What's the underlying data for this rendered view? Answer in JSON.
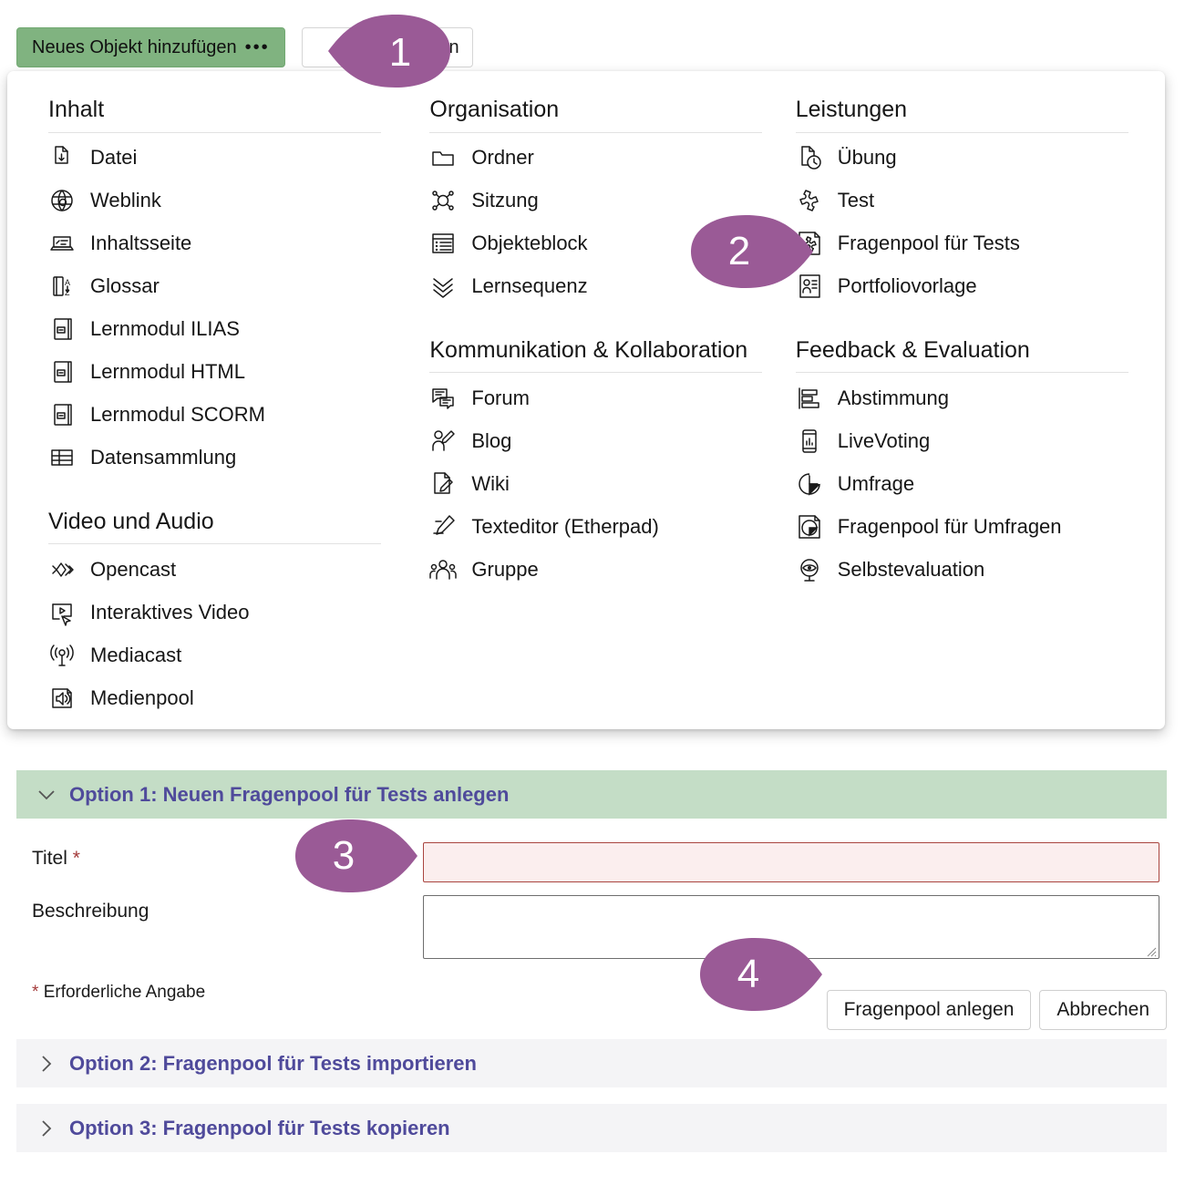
{
  "toolbar": {
    "add_object_label": "Neues Objekt hinzufügen",
    "add_object_ellipsis": "•••",
    "manage_label": "alten"
  },
  "accent": {
    "marker_purple": "#9a5a96",
    "button_green": "#80b380",
    "header_green": "#c4ddc6",
    "heading_purple": "#4f4a9b",
    "error_border": "#a9453f",
    "error_fill": "#fbeeee"
  },
  "markers": [
    {
      "number": "1",
      "direction": "left"
    },
    {
      "number": "2",
      "direction": "right"
    },
    {
      "number": "3",
      "direction": "right"
    },
    {
      "number": "4",
      "direction": "right"
    }
  ],
  "dropdown": {
    "columns": [
      {
        "groups": [
          {
            "title": "Inhalt",
            "items": [
              {
                "label": "Datei",
                "icon": "file-download-icon"
              },
              {
                "label": "Weblink",
                "icon": "globe-link-icon"
              },
              {
                "label": "Inhaltsseite",
                "icon": "content-page-icon"
              },
              {
                "label": "Glossar",
                "icon": "glossary-az-icon"
              },
              {
                "label": "Lernmodul ILIAS",
                "icon": "learning-module-icon"
              },
              {
                "label": "Lernmodul HTML",
                "icon": "learning-module-icon"
              },
              {
                "label": "Lernmodul SCORM",
                "icon": "learning-module-icon"
              },
              {
                "label": "Datensammlung",
                "icon": "table-grid-icon"
              }
            ]
          },
          {
            "title": "Video und Audio",
            "items": [
              {
                "label": "Opencast",
                "icon": "opencast-diamonds-icon"
              },
              {
                "label": "Interaktives Video",
                "icon": "interactive-video-icon"
              },
              {
                "label": "Mediacast",
                "icon": "broadcast-antenna-icon"
              },
              {
                "label": "Medienpool",
                "icon": "speaker-sound-icon"
              }
            ]
          }
        ]
      },
      {
        "groups": [
          {
            "title": "Organisation",
            "items": [
              {
                "label": "Ordner",
                "icon": "folder-icon"
              },
              {
                "label": "Sitzung",
                "icon": "session-nodes-icon"
              },
              {
                "label": "Objekteblock",
                "icon": "object-block-list-icon"
              },
              {
                "label": "Lernsequenz",
                "icon": "learning-sequence-chevrons-icon"
              }
            ]
          },
          {
            "title": "Kommunikation & Kollaboration",
            "items": [
              {
                "label": "Forum",
                "icon": "forum-speech-bubbles-icon"
              },
              {
                "label": "Blog",
                "icon": "blog-person-pen-icon"
              },
              {
                "label": "Wiki",
                "icon": "wiki-page-pen-icon"
              },
              {
                "label": "Texteditor (Etherpad)",
                "icon": "etherpad-pen-icon"
              },
              {
                "label": "Gruppe",
                "icon": "group-people-icon"
              }
            ]
          }
        ]
      },
      {
        "groups": [
          {
            "title": "Leistungen",
            "items": [
              {
                "label": "Übung",
                "icon": "exercise-clock-icon"
              },
              {
                "label": "Test",
                "icon": "test-puzzle-icon"
              },
              {
                "label": "Fragenpool für Tests",
                "icon": "question-pool-test-icon"
              },
              {
                "label": "Portfoliovorlage",
                "icon": "portfolio-template-icon"
              }
            ]
          },
          {
            "title": "Feedback & Evaluation",
            "items": [
              {
                "label": "Abstimmung",
                "icon": "poll-bars-icon"
              },
              {
                "label": "LiveVoting",
                "icon": "live-voting-phone-icon"
              },
              {
                "label": "Umfrage",
                "icon": "survey-pie-icon"
              },
              {
                "label": "Fragenpool für Umfragen",
                "icon": "question-pool-survey-icon"
              },
              {
                "label": "Selbstevaluation",
                "icon": "self-evaluation-eye-icon"
              }
            ]
          }
        ]
      }
    ]
  },
  "accordion": {
    "option1": {
      "title": "Option 1: Neuen Fragenpool für Tests anlegen",
      "state": "expanded",
      "fields": {
        "title_label": "Titel",
        "title_required_mark": "*",
        "title_value": "",
        "description_label": "Beschreibung",
        "description_value": ""
      },
      "required_hint_mark": "*",
      "required_hint": "Erforderliche Angabe",
      "submit_label": "Fragenpool anlegen",
      "cancel_label": "Abbrechen"
    },
    "option2": {
      "title": "Option 2: Fragenpool für Tests importieren",
      "state": "collapsed"
    },
    "option3": {
      "title": "Option 3: Fragenpool für Tests kopieren",
      "state": "collapsed"
    }
  }
}
